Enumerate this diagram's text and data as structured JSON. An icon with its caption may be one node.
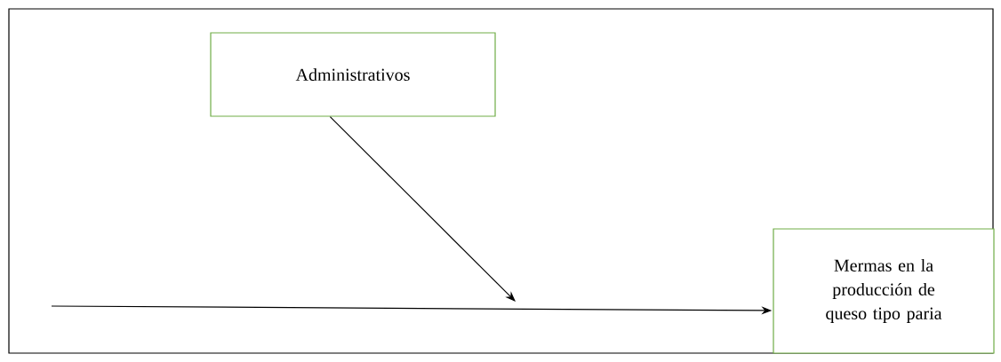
{
  "diagram": {
    "nodes": [
      {
        "text": [
          "Administrativos"
        ]
      },
      {
        "text": [
          "Mermas en la producción de queso tipo paria"
        ]
      }
    ],
    "edges": [
      {
        "from": null,
        "to": 1,
        "arrow": "to"
      },
      {
        "from": 0,
        "to": null,
        "arrow": "to"
      }
    ]
  }
}
